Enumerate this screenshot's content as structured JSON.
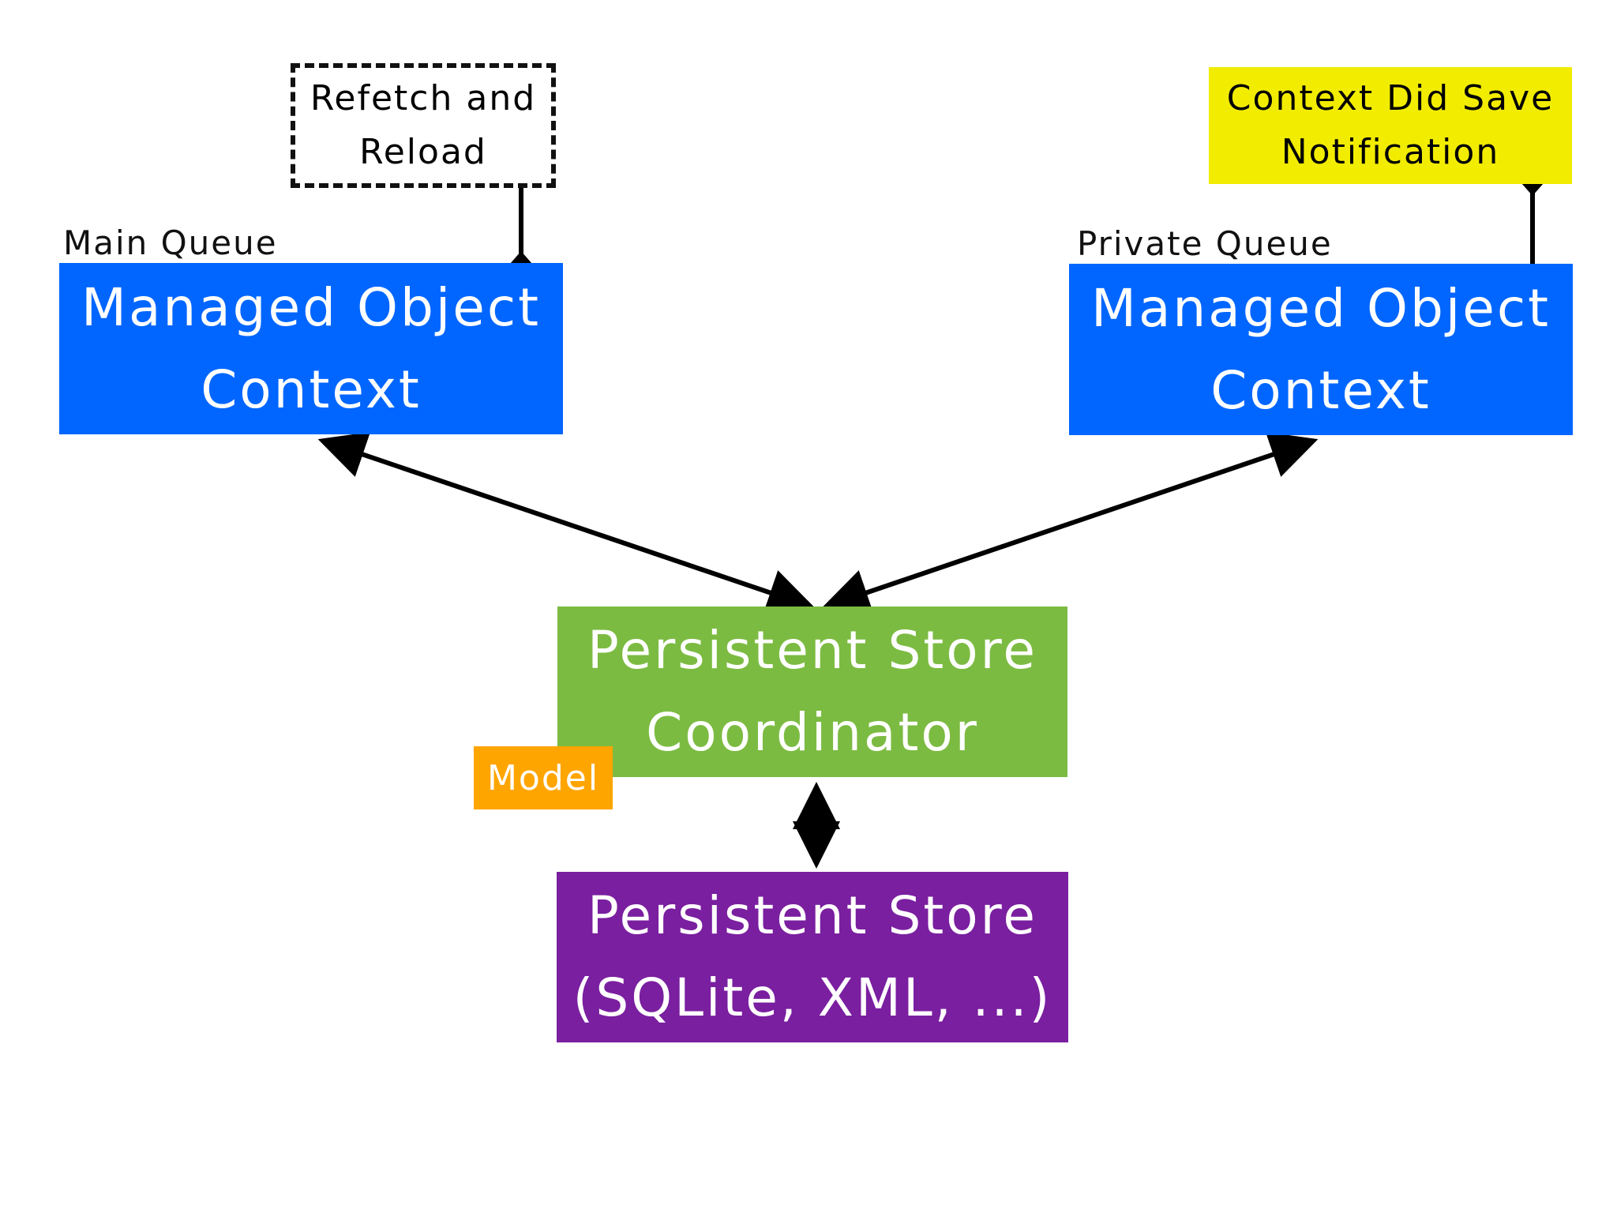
{
  "left_context": {
    "queue_label": "Main Queue",
    "title": "Managed Object\nContext"
  },
  "right_context": {
    "queue_label": "Private Queue",
    "title": "Managed Object\nContext"
  },
  "refetch_note": {
    "text": "Refetch and\nReload"
  },
  "notification_note": {
    "text": "Context Did Save\nNotification"
  },
  "coordinator": {
    "title": "Persistent Store\nCoordinator"
  },
  "model_badge": {
    "text": "Model"
  },
  "store": {
    "title": "Persistent Store\n(SQLite, XML, ...)"
  },
  "colors": {
    "context_blue": "#0066ff",
    "coordinator_green": "#7cbb42",
    "model_orange": "#ffa500",
    "store_purple": "#7a1fa0",
    "notification_yellow": "#f2ec00",
    "line_black": "#000000"
  }
}
